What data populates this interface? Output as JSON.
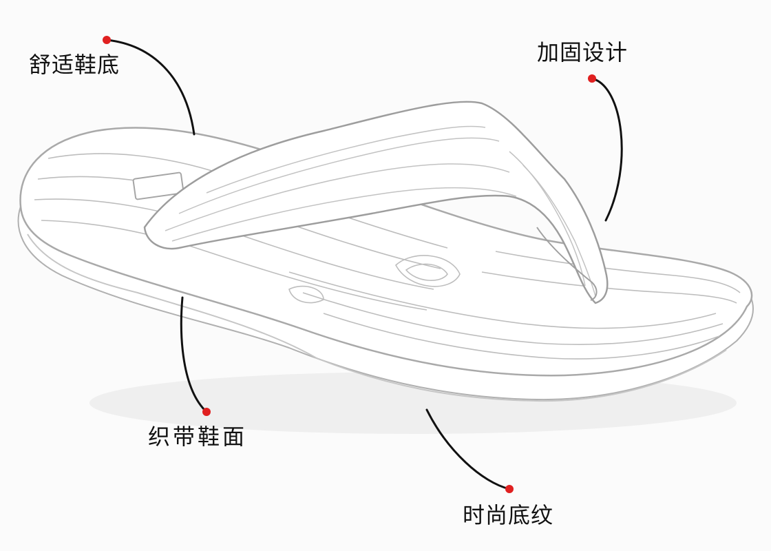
{
  "labels": {
    "comfort_sole": "舒适鞋底",
    "reinforced_design": "加固设计",
    "webbing_upper": "织带鞋面",
    "fashion_tread": "时尚底纹"
  },
  "colors": {
    "background": "#fbfbfb",
    "leader_line": "#111111",
    "dot": "#e02020",
    "sketch_stroke": "#b8b8b8",
    "sketch_fill": "#ffffff"
  }
}
